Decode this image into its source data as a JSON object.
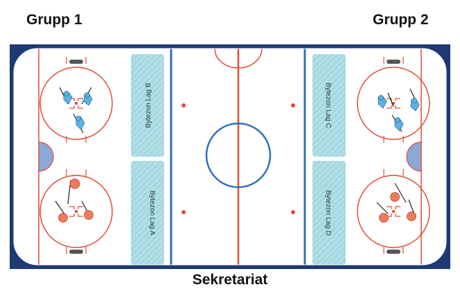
{
  "labels": {
    "group1": "Grupp 1",
    "group2": "Grupp 2",
    "secretariat": "Sekretariat"
  },
  "zones": {
    "lag_a": "Bytezon Lag A",
    "lag_b": "Bytezon Lag B",
    "lag_c": "Bytezon Lag C",
    "lag_d": "Bytezon Lag D"
  },
  "colors": {
    "rink_border": "#1f3a73",
    "red_line": "#e04a35",
    "blue_line": "#2f6fc0",
    "bench_fill": "#9fd3dc",
    "goal_crease": "#8aa8d8",
    "player_blue": "#5fb3e0",
    "player_red": "#f07a5a"
  }
}
